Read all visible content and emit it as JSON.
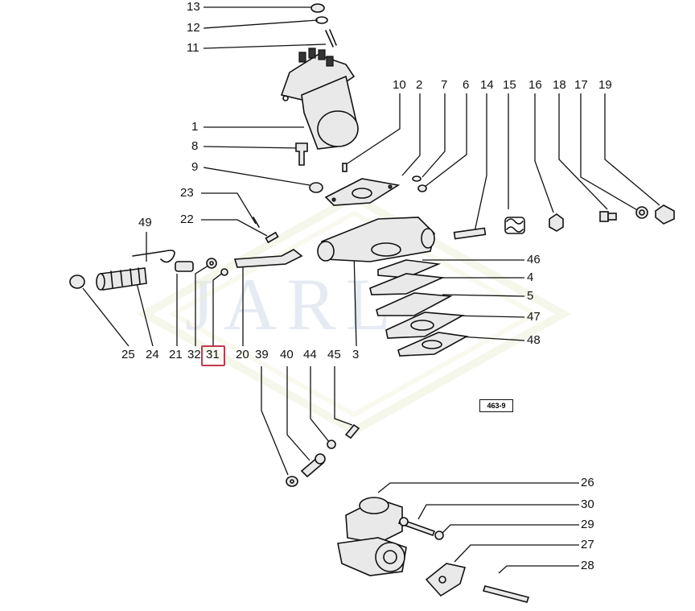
{
  "diagram": {
    "watermark": "JARL",
    "reference_code": "463-9",
    "highlighted_label": "31",
    "labels": {
      "l13": "13",
      "l12": "12",
      "l11": "11",
      "l1": "1",
      "l8": "8",
      "l9": "9",
      "l23": "23",
      "l22": "22",
      "l49": "49",
      "l10": "10",
      "l2": "2",
      "l7": "7",
      "l6": "6",
      "l14": "14",
      "l15": "15",
      "l16": "16",
      "l18": "18",
      "l17": "17",
      "l19": "19",
      "l46": "46",
      "l4": "4",
      "l5": "5",
      "l47": "47",
      "l48": "48",
      "l25": "25",
      "l24": "24",
      "l21": "21",
      "l32": "32",
      "l31": "31",
      "l20": "20",
      "l39": "39",
      "l40": "40",
      "l44": "44",
      "l45": "45",
      "l3": "3",
      "l26": "26",
      "l30": "30",
      "l29": "29",
      "l27": "27",
      "l28": "28"
    }
  }
}
